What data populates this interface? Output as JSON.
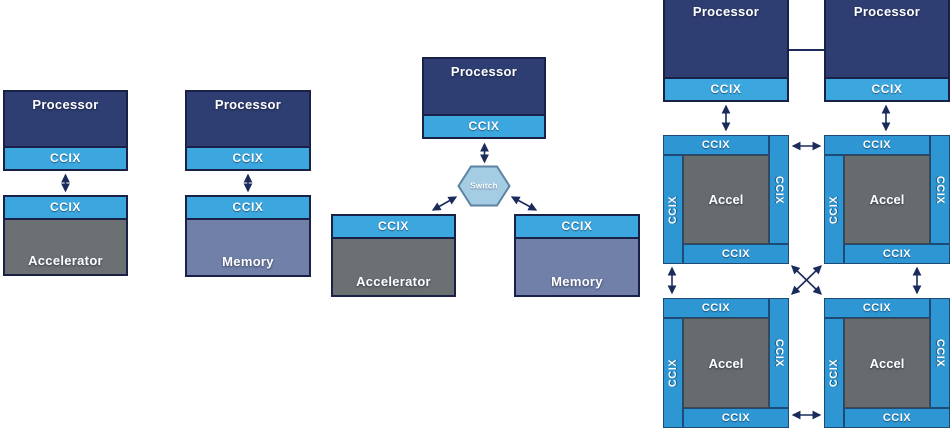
{
  "labels": {
    "processor": "Processor",
    "ccix": "CCIX",
    "accelerator": "Accelerator",
    "memory": "Memory",
    "accel": "Accel",
    "switch": "Switch"
  },
  "panels": {
    "direct_accelerator": {
      "top_block": "Processor",
      "interface": "CCIX",
      "bottom_block": "Accelerator"
    },
    "direct_memory": {
      "top_block": "Processor",
      "interface": "CCIX",
      "bottom_block": "Memory"
    },
    "switched": {
      "top_block": "Processor",
      "hub": "Switch",
      "left_block": "Accelerator",
      "right_block": "Memory",
      "interface": "CCIX"
    },
    "mesh": {
      "processors": [
        "Processor",
        "Processor"
      ],
      "accelerators": [
        "Accel",
        "Accel",
        "Accel",
        "Accel"
      ],
      "interface": "CCIX"
    }
  },
  "colors": {
    "processor_navy": "#2f3e72",
    "box_border_navy": "#1a2147",
    "ccix_blue": "#3ca7df",
    "mesh_ccix_blue": "#2e96d3",
    "accelerator_gray": "#6b7173",
    "memory_slate": "#7080a8",
    "accel_center_gray": "#666c6e",
    "switch_fill": "#a4cce3",
    "switch_border": "#5d83a2",
    "arrow_navy": "#1b2b5c",
    "background": "#ffffff"
  }
}
